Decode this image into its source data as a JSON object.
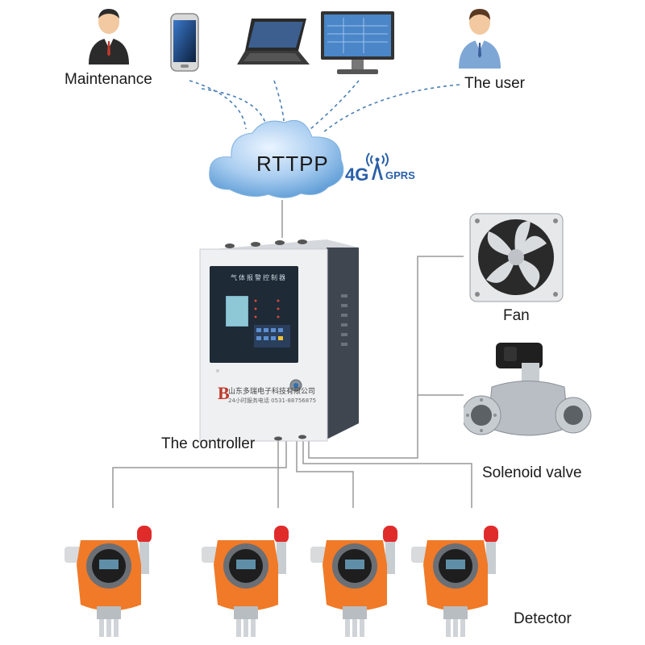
{
  "labels": {
    "maintenance": "Maintenance",
    "user": "The user",
    "cloud": "RTTPP",
    "network_4g": "4G",
    "network_gprs": "GPRS",
    "controller": "The controller",
    "fan": "Fan",
    "valve": "Solenoid valve",
    "detector": "Detector"
  },
  "controller_panel": {
    "title": "气体报警控制器",
    "company": "山东多瑞电子科技有限公司",
    "company_sub": "24小时服务电话 0531-88756875"
  },
  "colors": {
    "cloud_blue": "#5b9bd5",
    "detector_orange": "#f07a28",
    "panel_dark": "#1e2a36",
    "network_blue": "#2a5fa8",
    "dashed_line": "#4a7fb5"
  },
  "icons": [
    "maintenance-person-icon",
    "smartphone-icon",
    "laptop-icon",
    "desktop-monitor-icon",
    "user-person-icon",
    "antenna-icon"
  ]
}
